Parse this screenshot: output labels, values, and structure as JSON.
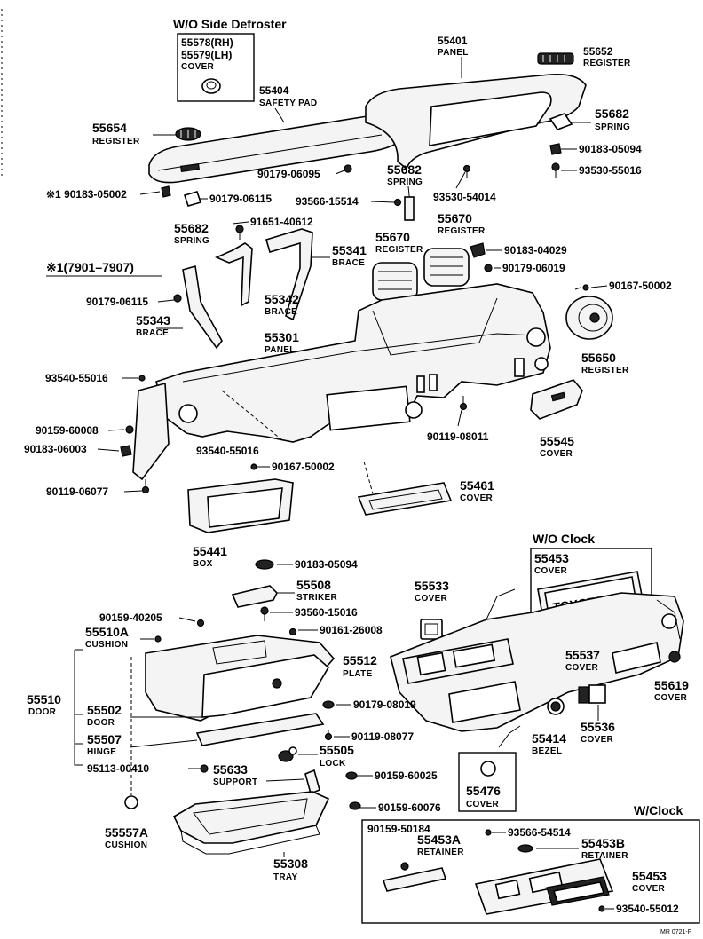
{
  "headers": {
    "wo_side_defroster": "W/O Side Defroster",
    "wo_clock": "W/O Clock",
    "w_clock": "W/Clock",
    "range_note": "※1(7901–7907)"
  },
  "parts": {
    "p55578": {
      "number": "55578(RH)"
    },
    "p55579": {
      "number": "55579(LH)",
      "name": "COVER"
    },
    "p55404": {
      "number": "55404",
      "name": "SAFETY PAD"
    },
    "p55401": {
      "number": "55401",
      "name": "PANEL"
    },
    "p55652": {
      "number": "55652",
      "name": "REGISTER"
    },
    "p55654": {
      "number": "55654",
      "name": "REGISTER"
    },
    "p55682a": {
      "number": "55682",
      "name": "SPRING"
    },
    "p90183_05094a": {
      "number": "90183-05094"
    },
    "p93530_55016": {
      "number": "93530-55016"
    },
    "p90179_06095": {
      "number": "90179-06095"
    },
    "p55682b": {
      "number": "55682",
      "name": "SPRING"
    },
    "p93530_54014": {
      "number": "93530-54014"
    },
    "p90183_05002": {
      "number": "※1 90183-05002"
    },
    "p90179_06115a": {
      "number": "90179-06115"
    },
    "p93566_15514": {
      "number": "93566-15514"
    },
    "p55682c": {
      "number": "55682",
      "name": "SPRING"
    },
    "p91651_40612": {
      "number": "91651-40612"
    },
    "p55670a": {
      "number": "55670",
      "name": "REGISTER"
    },
    "p55670b": {
      "number": "55670",
      "name": "REGISTER"
    },
    "p90183_04029": {
      "number": "90183-04029"
    },
    "p55341": {
      "number": "55341",
      "name": "BRACE"
    },
    "p90179_06019a": {
      "number": "90179-06019"
    },
    "p90167_50002a": {
      "number": "90167-50002"
    },
    "p90179_06115b": {
      "number": "90179-06115"
    },
    "p55342": {
      "number": "55342",
      "name": "BRACE"
    },
    "p55343": {
      "number": "55343",
      "name": "BRACE"
    },
    "p55301": {
      "number": "55301",
      "name": "PANEL"
    },
    "p55650": {
      "number": "55650",
      "name": "REGISTER"
    },
    "p93540_55016a": {
      "number": "93540-55016"
    },
    "p90159_60008": {
      "number": "90159-60008"
    },
    "p90183_06003": {
      "number": "90183-06003"
    },
    "p93540_55016b": {
      "number": "93540-55016"
    },
    "p90119_08011": {
      "number": "90119-08011"
    },
    "p55545": {
      "number": "55545",
      "name": "COVER"
    },
    "p90167_50002b": {
      "number": "90167-50002"
    },
    "p90119_06077": {
      "number": "90119-06077"
    },
    "p55461": {
      "number": "55461",
      "name": "COVER"
    },
    "p55441": {
      "number": "55441",
      "name": "BOX"
    },
    "p90183_05094b": {
      "number": "90183-05094"
    },
    "p55453a": {
      "number": "55453",
      "name": "COVER"
    },
    "p55508": {
      "number": "55508",
      "name": "STRIKER"
    },
    "p93560_15016": {
      "number": "93560-15016"
    },
    "p55533": {
      "number": "55533",
      "name": "COVER"
    },
    "p90159_40205": {
      "number": "90159-40205"
    },
    "p55510a": {
      "number": "55510A",
      "name": "CUSHION"
    },
    "p90161_26008": {
      "number": "90161-26008"
    },
    "p55512": {
      "number": "55512",
      "name": "PLATE"
    },
    "p55537": {
      "number": "55537",
      "name": "COVER"
    },
    "p55510": {
      "number": "55510",
      "name": "DOOR"
    },
    "p55619": {
      "number": "55619",
      "name": "COVER"
    },
    "p55502": {
      "number": "55502",
      "name": "DOOR"
    },
    "p90179_08019": {
      "number": "90179-08019"
    },
    "p55507": {
      "number": "55507",
      "name": "HINGE"
    },
    "p90119_08077": {
      "number": "90119-08077"
    },
    "p55536": {
      "number": "55536",
      "name": "COVER"
    },
    "p55414": {
      "number": "55414",
      "name": "BEZEL"
    },
    "p55505": {
      "number": "55505",
      "name": "LOCK"
    },
    "p95113_00410": {
      "number": "95113-00410"
    },
    "p55633": {
      "number": "55633",
      "name": "SUPPORT"
    },
    "p90159_60025": {
      "number": "90159-60025"
    },
    "p55476": {
      "number": "55476",
      "name": "COVER"
    },
    "p90159_60076": {
      "number": "90159-60076"
    },
    "p55557a": {
      "number": "55557A",
      "name": "CUSHION"
    },
    "p55308": {
      "number": "55308",
      "name": "TRAY"
    },
    "p90159_50184": {
      "number": "90159-50184"
    },
    "p93566_54514": {
      "number": "93566-54514"
    },
    "p55453a_ret": {
      "number": "55453A",
      "name": "RETAINER"
    },
    "p55453b_ret": {
      "number": "55453B",
      "name": "RETAINER"
    },
    "p55453b": {
      "number": "55453",
      "name": "COVER"
    },
    "p93540_55012": {
      "number": "93540-55012"
    }
  },
  "clock_cover_text": "TOYOTA",
  "ref_code": "MR 0721-F"
}
